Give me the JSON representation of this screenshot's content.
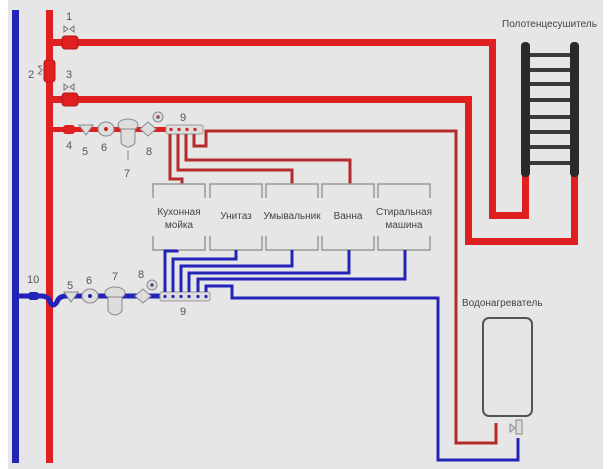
{
  "title": "Схема разводки водопровода",
  "colors": {
    "hot": "#e02020",
    "hot_branch": "#b52a2a",
    "cold": "#2323b8",
    "background": "#e6e6e6",
    "fixture_border": "#999999",
    "device": "#888888",
    "towel_rail": "#2a2a2a"
  },
  "numbers": {
    "n1": "1",
    "n2": "2",
    "n3": "3",
    "n4": "4",
    "n5": "5",
    "n6": "6",
    "n7": "7",
    "n8": "8",
    "n9": "9",
    "n10": "10"
  },
  "fixtures": [
    {
      "line1": "Кухонная",
      "line2": "мойка"
    },
    {
      "line1": "Унитаз",
      "line2": ""
    },
    {
      "line1": "Умывальник",
      "line2": ""
    },
    {
      "line1": "Ванна",
      "line2": ""
    },
    {
      "line1": "Стиральная",
      "line2": "машина"
    }
  ],
  "labels": {
    "towel_rail": "Полотенцесушитель",
    "water_heater": "Водонагреватель"
  }
}
